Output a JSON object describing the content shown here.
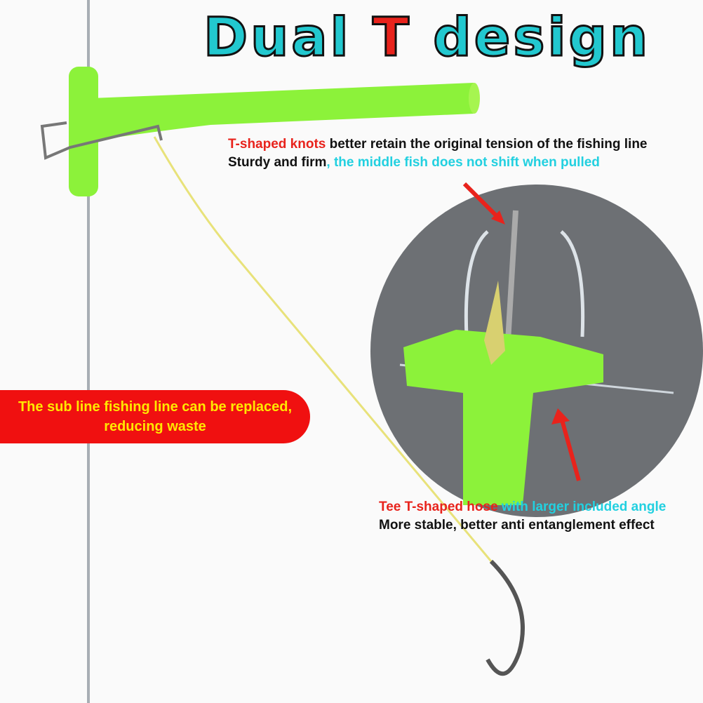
{
  "title": {
    "part1": "Dual ",
    "highlight": "T",
    "part2": " design"
  },
  "callout_top": {
    "line1_red": "T-shaped knots",
    "line1_rest": " better retain the original tension of the fishing line",
    "line2_black": "Sturdy and firm",
    "line2_cyan": ", the middle fish does not shift when pulled"
  },
  "callout_left": {
    "line1": "The sub line fishing line can be replaced,",
    "line2": "reducing waste"
  },
  "callout_bottom": {
    "line1_red": "Tee T-shaped hose",
    "line1_cyan": " with larger included angle",
    "line2": "More stable, better anti entanglement effect"
  },
  "colors": {
    "title": "#22c8cf",
    "accent_red": "#e8231c",
    "cyan": "#22d0e0",
    "pill_bg": "#f01010",
    "pill_text": "#ffe800",
    "hose_green": "#8cf23a"
  }
}
